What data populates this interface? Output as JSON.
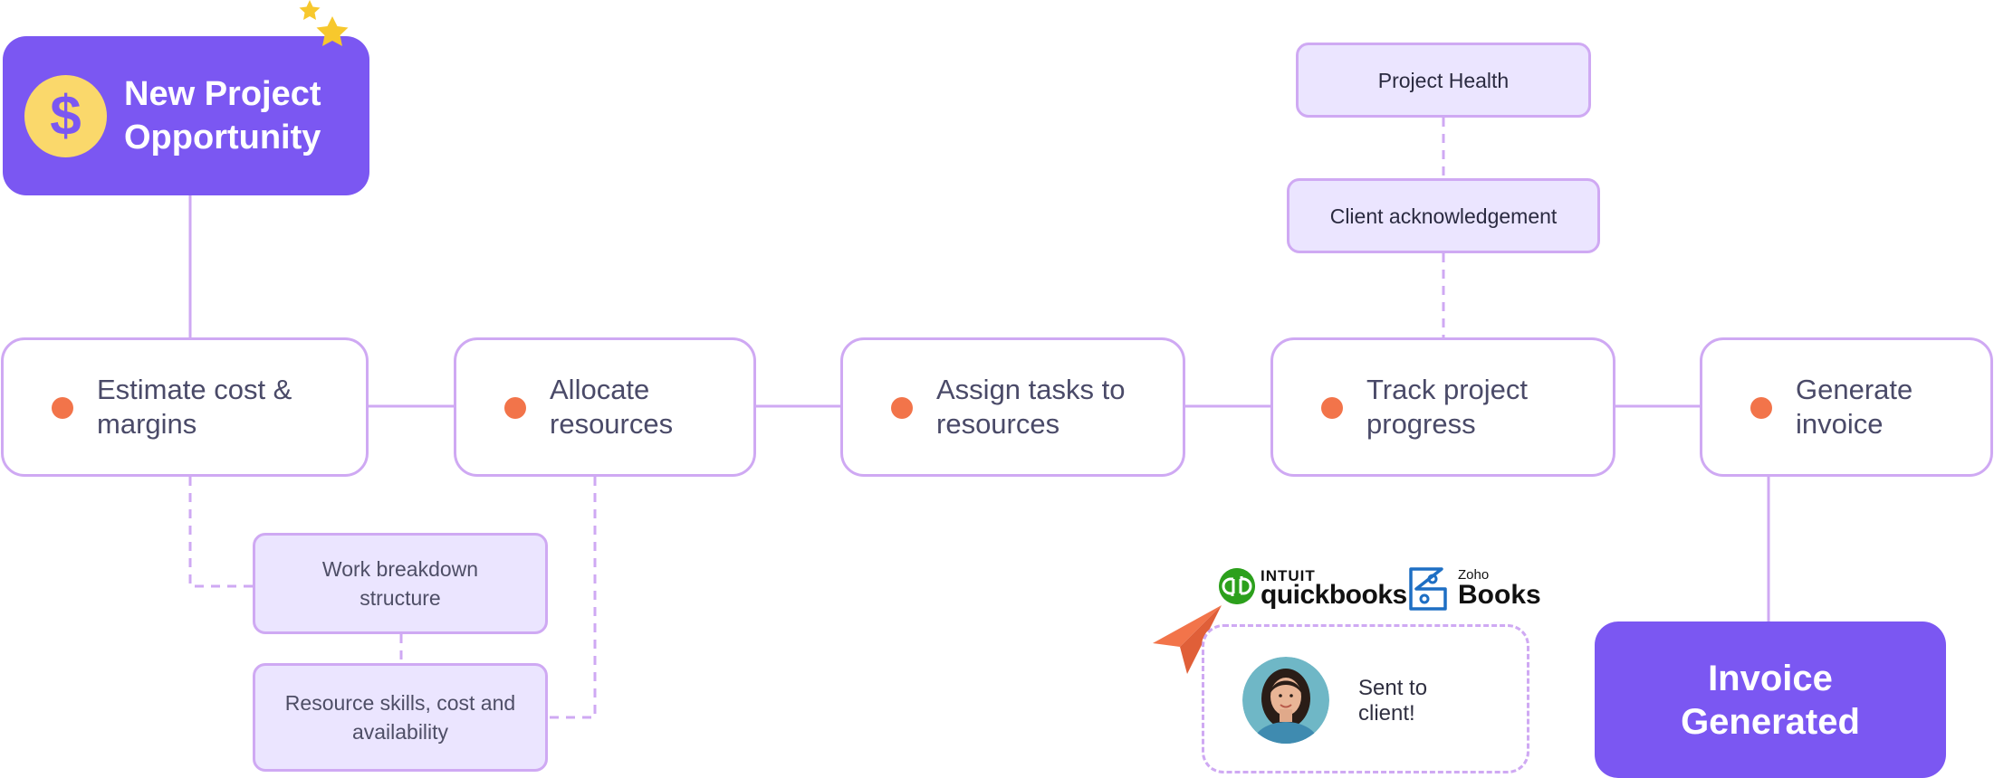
{
  "start": {
    "line1": "New Project",
    "line2": "Opportunity",
    "icon": "dollar-coin-icon",
    "symbol": "$"
  },
  "steps": [
    {
      "line1": "Estimate cost &",
      "line2": "margins"
    },
    {
      "line1": "Allocate",
      "line2": "resources"
    },
    {
      "line1": "Assign tasks to",
      "line2": "resources"
    },
    {
      "line1": "Track project",
      "line2": "progress"
    },
    {
      "line1": "Generate",
      "line2": "invoice"
    }
  ],
  "sub": {
    "wbs": {
      "line1": "Work breakdown",
      "line2": "structure"
    },
    "skills": {
      "line1": "Resource skills, cost and",
      "line2": "availability"
    },
    "health": "Project Health",
    "ack": "Client acknowledgement"
  },
  "integrations": {
    "quickbooks": {
      "brand": "INTUIT",
      "name": "quickbooks"
    },
    "zoho": {
      "brand": "Zoho",
      "name": "Books"
    }
  },
  "sent": {
    "line1": "Sent to",
    "line2": "client!"
  },
  "end": {
    "line1": "Invoice",
    "line2": "Generated"
  },
  "colors": {
    "primary": "#7b57f2",
    "border": "#cfa9f3",
    "dot": "#f2744a",
    "sub_bg": "#ebe5ff",
    "coin": "#fad86b",
    "star": "#f7c82d",
    "quickbooks": "#2ca01c",
    "zoho": "#1e6fc4"
  }
}
